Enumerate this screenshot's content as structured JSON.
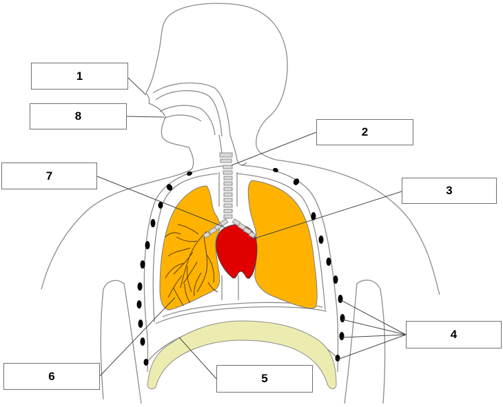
{
  "labels": {
    "l1": "1",
    "l2": "2",
    "l3": "3",
    "l4": "4",
    "l5": "5",
    "l6": "6",
    "l7": "7",
    "l8": "8"
  },
  "colors": {
    "lung": "#ffb300",
    "heart": "#e00000",
    "diaphragm": "#ececb0",
    "cartilage": "#d8d8d8",
    "bronchi": "#5a3a00",
    "outline": "#8a8a8a",
    "rib": "#000000"
  }
}
